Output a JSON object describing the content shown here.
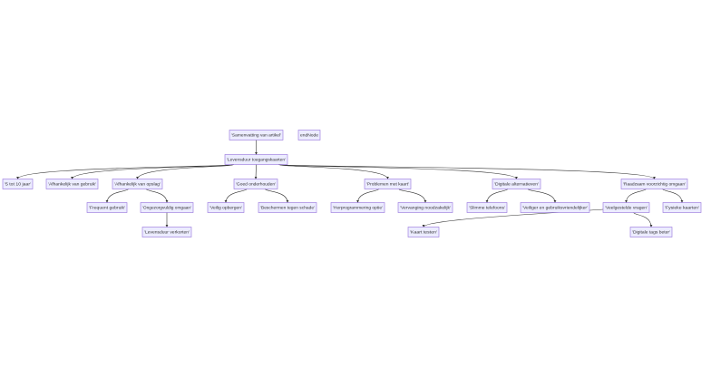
{
  "diagram": {
    "nodes": [
      {
        "id": "summary",
        "label": "'Samenvatting van artikel'"
      },
      {
        "id": "end",
        "label": "endNode"
      },
      {
        "id": "life",
        "label": "'Levensduur toegangskaarten'"
      },
      {
        "id": "years",
        "label": "'5 tot 10 jaar'"
      },
      {
        "id": "usage",
        "label": "'Afhankelijk van gebruik'"
      },
      {
        "id": "storage",
        "label": "'Afhankelijk van opslag'"
      },
      {
        "id": "maintained",
        "label": "'Goed onderhouden'"
      },
      {
        "id": "problems",
        "label": "'Problemen met kaart'"
      },
      {
        "id": "digital",
        "label": "'Digitale alternatieven'"
      },
      {
        "id": "careful",
        "label": "'Raadzaam voorzichtig omgaan'"
      },
      {
        "id": "frequent",
        "label": "'Frequent gebruik'"
      },
      {
        "id": "careless",
        "label": "'Ongezorgvuldig omgaan'"
      },
      {
        "id": "safe",
        "label": "'Veilig opbergen'"
      },
      {
        "id": "protect",
        "label": "'Beschermen tegen schade'"
      },
      {
        "id": "reprogram",
        "label": "'Herprogrammering optie'"
      },
      {
        "id": "replace",
        "label": "'Vervanging noodzakelijk'"
      },
      {
        "id": "phones",
        "label": "'Slimme telefoons'"
      },
      {
        "id": "safer",
        "label": "'Veiliger en gebruiksvriendelijker'"
      },
      {
        "id": "faq",
        "label": "'Veelgestelde vragen'"
      },
      {
        "id": "physical",
        "label": "'Fysieke kaarten'"
      },
      {
        "id": "shorten",
        "label": "'Levensduur verkorten'"
      },
      {
        "id": "test",
        "label": "'Kaart testen'"
      },
      {
        "id": "tags",
        "label": "'Digitale tags beter'"
      }
    ]
  }
}
